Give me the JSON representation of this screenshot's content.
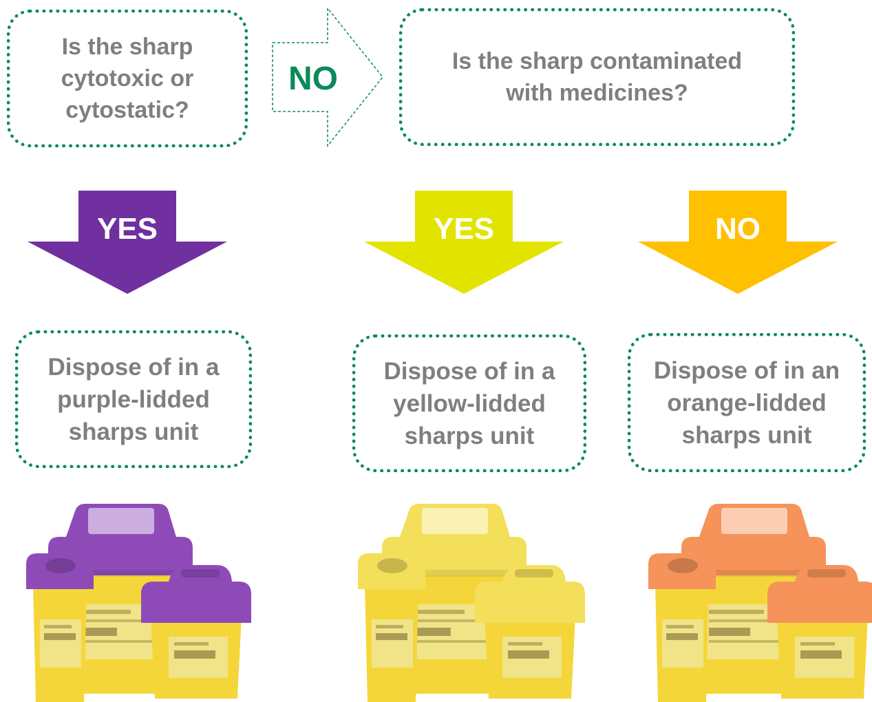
{
  "questions": {
    "q1": "Is the sharp cytotoxic or cytostatic?",
    "q2": "Is the sharp contaminated with medicines?"
  },
  "connector": {
    "label": "NO",
    "color": "#0a8a5a"
  },
  "branches": [
    {
      "label": "YES",
      "arrow_color": "#7030a0",
      "text": "Dispose of in a purple-lidded sharps unit",
      "bin": "purple-lidded-sharps-bins-image",
      "lid_color": "#8e4bb8"
    },
    {
      "label": "YES",
      "arrow_color": "#e3e300",
      "text": "Dispose of in a yellow-lidded sharps unit",
      "bin": "yellow-lidded-sharps-bins-image",
      "lid_color": "#f3df5a"
    },
    {
      "label": "NO",
      "arrow_color": "#ffc000",
      "text": "Dispose of in an orange-lidded sharps unit",
      "bin": "orange-lidded-sharps-bins-image",
      "lid_color": "#f5935a"
    }
  ],
  "colors": {
    "border": "#0a8a5a",
    "text": "#7f7f7f",
    "bin_body": "#f5d63a"
  }
}
